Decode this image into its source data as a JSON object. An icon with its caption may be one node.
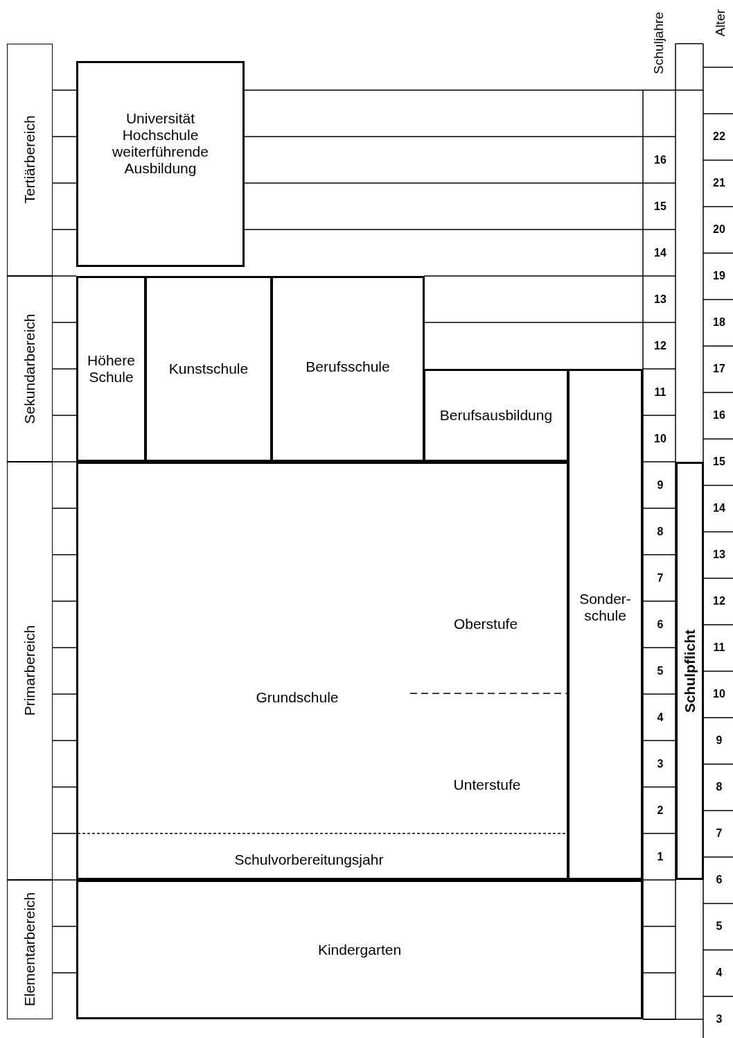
{
  "diagram": {
    "nodes": [
      {
        "text": [
          "Tertiärbereich"
        ]
      },
      {
        "text": [
          "Universität Hochschule weiterführende Ausbildung"
        ]
      },
      {
        "text": [
          "Sekundarbereich"
        ]
      },
      {
        "text": [
          "Höhere Schule"
        ]
      },
      {
        "text": [
          "Kunstschule"
        ]
      },
      {
        "text": [
          "Berufsschule"
        ]
      },
      {
        "text": [
          "Berufsausbildung"
        ]
      },
      {
        "text": [
          "Primarbereich"
        ]
      },
      {
        "text": [
          "Grundschule",
          "Oberstufe",
          "Unterstufe",
          "Schulvorbereitungsjahr"
        ]
      },
      {
        "text": [
          "Sonder- schule"
        ]
      },
      {
        "text": [
          "Schulpflicht"
        ]
      },
      {
        "text": [
          "Elementarbereich"
        ]
      },
      {
        "text": [
          "Kindergarten"
        ]
      }
    ],
    "labels": [
      "Schuljahre",
      "Alter",
      "16",
      "15",
      "14",
      "13",
      "12",
      "11",
      "10",
      "9",
      "8",
      "7",
      "6",
      "5",
      "4",
      "3",
      "2",
      "1",
      "22",
      "21",
      "20",
      "19",
      "18",
      "17",
      "16",
      "15",
      "14",
      "13",
      "12",
      "11",
      "10",
      "9",
      "8",
      "7",
      "6",
      "5",
      "4",
      "3"
    ]
  }
}
